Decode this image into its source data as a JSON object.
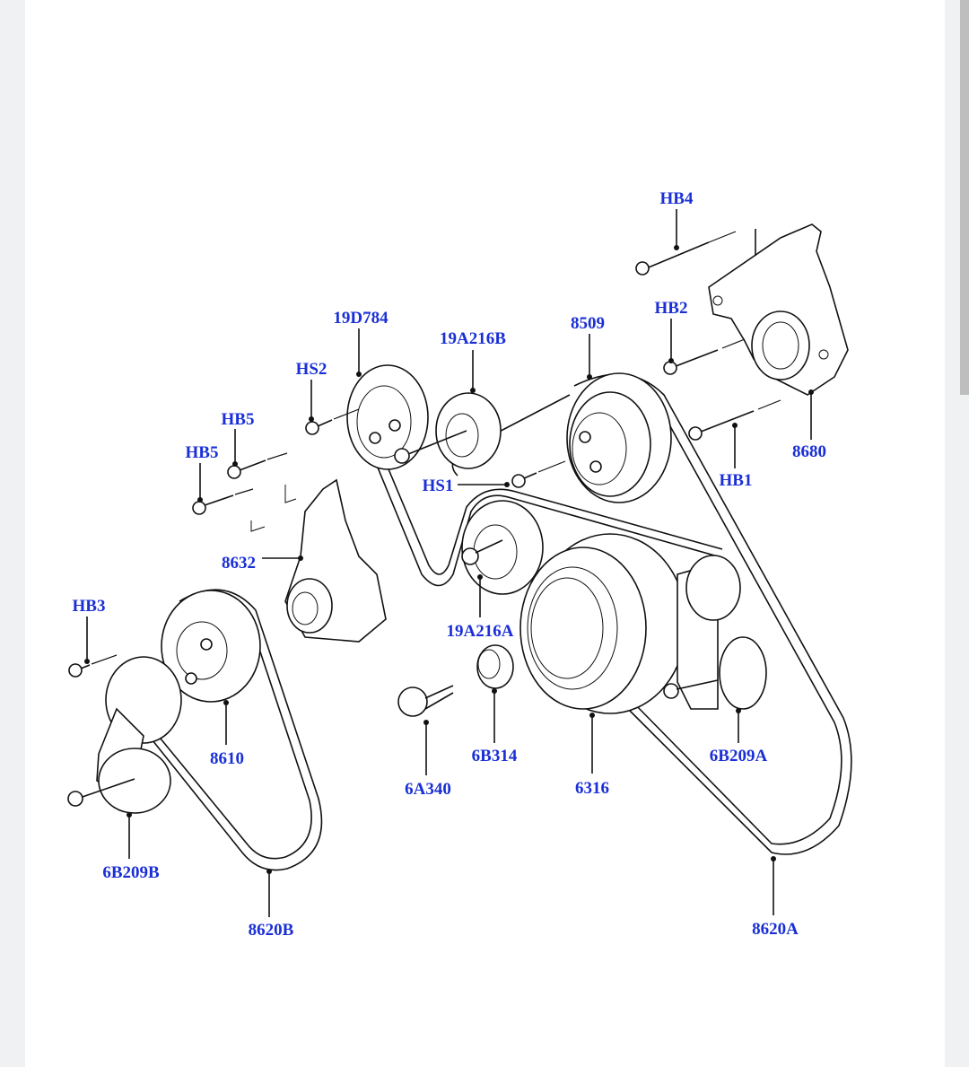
{
  "diagram": {
    "title": "Accessory drive belt exploded view",
    "label_color": "#1a2fd6",
    "callouts": [
      {
        "id": "HB4",
        "text": "HB4"
      },
      {
        "id": "HB2",
        "text": "HB2"
      },
      {
        "id": "8680",
        "text": "8680"
      },
      {
        "id": "HB1",
        "text": "HB1"
      },
      {
        "id": "19D784",
        "text": "19D784"
      },
      {
        "id": "19A216B",
        "text": "19A216B"
      },
      {
        "id": "8509",
        "text": "8509"
      },
      {
        "id": "HS2",
        "text": "HS2"
      },
      {
        "id": "HS1",
        "text": "HS1"
      },
      {
        "id": "HB5a",
        "text": "HB5"
      },
      {
        "id": "HB5b",
        "text": "HB5"
      },
      {
        "id": "8632",
        "text": "8632"
      },
      {
        "id": "HB3",
        "text": "HB3"
      },
      {
        "id": "19A216A",
        "text": "19A216A"
      },
      {
        "id": "8610",
        "text": "8610"
      },
      {
        "id": "6B209B",
        "text": "6B209B"
      },
      {
        "id": "8620B",
        "text": "8620B"
      },
      {
        "id": "6A340",
        "text": "6A340"
      },
      {
        "id": "6B314",
        "text": "6B314"
      },
      {
        "id": "6316",
        "text": "6316"
      },
      {
        "id": "6B209A",
        "text": "6B209A"
      },
      {
        "id": "8620A",
        "text": "8620A"
      }
    ]
  }
}
